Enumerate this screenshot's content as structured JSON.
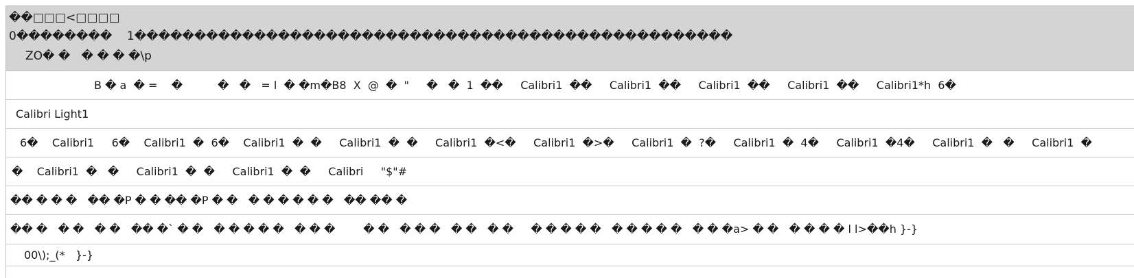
{
  "header": {
    "line1": "��□□□<□□□□",
    "line2": "0��������    1��������������������������������������������������",
    "line3": "ZO� �   � � � �\\p"
  },
  "rows": [
    "B � a  � =    �          �   �   = l  � �m�B8  X  @  �  \"     �   �  1  ��     Calibri1  ��     Calibri1  ��     Calibri1  ��     Calibri1  ��     Calibri1*h  6�",
    "Calibri Light1",
    "6�    Calibri1     6�    Calibri1  �  6�    Calibri1  �  �     Calibri1  �  �     Calibri1  �<�     Calibri1  �>�     Calibri1  �  ?�     Calibri1  �  4�     Calibri1  �4�     Calibri1  �   �     Calibri1  �",
    "�    Calibri1  �   �     Calibri1  �  �     Calibri1  �  �     Calibri     \"$\"#",
    "�� � � �   �� �P � � �� �P � �   � � � � � �   �� �� �",
    "�� �   � �   � �   �� �` � �   � � � � �   � � �        � �   � � �   � �   � �     � � � � �   � � � � �   � � �a> � �   � � � � l l>��h }-}",
    "00\\);_(*   }-}",
    ""
  ]
}
